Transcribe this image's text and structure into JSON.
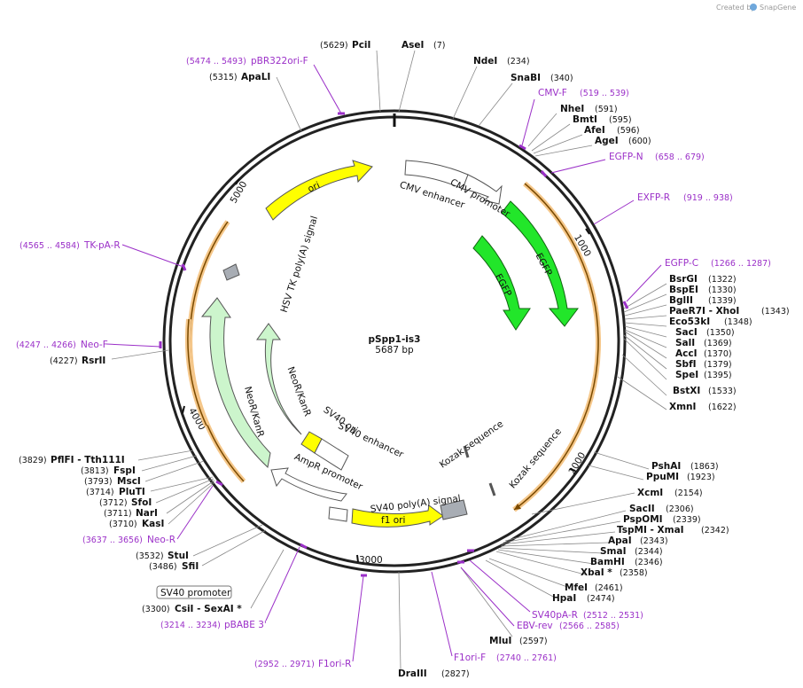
{
  "credit": {
    "created_by": "Created by",
    "brand": "SnapGene"
  },
  "plasmid": {
    "name": "pSpp1-is3",
    "size": "5687 bp"
  },
  "ticks": [
    "1000",
    "2000",
    "3000",
    "4000",
    "5000"
  ],
  "sites": [
    {
      "name": "PciI",
      "pos": "(5629)"
    },
    {
      "name": "AseI",
      "pos": "(7)"
    },
    {
      "name": "NdeI",
      "pos": "(234)"
    },
    {
      "name": "SnaBI",
      "pos": "(340)"
    },
    {
      "name": "NheI",
      "pos": "(591)"
    },
    {
      "name": "BmtI",
      "pos": "(595)"
    },
    {
      "name": "AfeI",
      "pos": "(596)"
    },
    {
      "name": "AgeI",
      "pos": "(600)"
    },
    {
      "name": "BsrGI",
      "pos": "(1322)"
    },
    {
      "name": "BspEI",
      "pos": "(1330)"
    },
    {
      "name": "BglII",
      "pos": "(1339)"
    },
    {
      "name": "PaeR7I - XhoI",
      "pos": "(1343)"
    },
    {
      "name": "Eco53kI",
      "pos": "(1348)"
    },
    {
      "name": "SacI",
      "pos": "(1350)"
    },
    {
      "name": "SalI",
      "pos": "(1369)"
    },
    {
      "name": "AccI",
      "pos": "(1370)"
    },
    {
      "name": "SbfI",
      "pos": "(1379)"
    },
    {
      "name": "SpeI",
      "pos": "(1395)"
    },
    {
      "name": "BstXI",
      "pos": "(1533)"
    },
    {
      "name": "XmnI",
      "pos": "(1622)"
    },
    {
      "name": "PshAI",
      "pos": "(1863)"
    },
    {
      "name": "PpuMI",
      "pos": "(1923)"
    },
    {
      "name": "XcmI",
      "pos": "(2154)"
    },
    {
      "name": "SacII",
      "pos": "(2306)"
    },
    {
      "name": "PspOMI",
      "pos": "(2339)"
    },
    {
      "name": "TspMI - XmaI",
      "pos": "(2342)"
    },
    {
      "name": "ApaI",
      "pos": "(2343)"
    },
    {
      "name": "SmaI",
      "pos": "(2344)"
    },
    {
      "name": "BamHI",
      "pos": "(2346)"
    },
    {
      "name": "XbaI *",
      "pos": "(2358)"
    },
    {
      "name": "MfeI",
      "pos": "(2461)"
    },
    {
      "name": "HpaI",
      "pos": "(2474)"
    },
    {
      "name": "MluI",
      "pos": "(2597)"
    },
    {
      "name": "DraIII",
      "pos": "(2827)"
    },
    {
      "name": "CsiI - SexAI *",
      "pos": "(3300)"
    },
    {
      "name": "SfiI",
      "pos": "(3486)"
    },
    {
      "name": "StuI",
      "pos": "(3532)"
    },
    {
      "name": "KasI",
      "pos": "(3710)"
    },
    {
      "name": "NarI",
      "pos": "(3711)"
    },
    {
      "name": "SfoI",
      "pos": "(3712)"
    },
    {
      "name": "PluTI",
      "pos": "(3714)"
    },
    {
      "name": "MscI",
      "pos": "(3793)"
    },
    {
      "name": "FspI",
      "pos": "(3813)"
    },
    {
      "name": "PflFI - Tth111I",
      "pos": "(3829)"
    },
    {
      "name": "RsrII",
      "pos": "(4227)"
    },
    {
      "name": "ApaLI",
      "pos": "(5315)"
    }
  ],
  "primers": [
    {
      "name": "CMV-F",
      "range": "(519 .. 539)"
    },
    {
      "name": "EGFP-N",
      "range": "(658 .. 679)"
    },
    {
      "name": "EXFP-R",
      "range": "(919 .. 938)"
    },
    {
      "name": "EGFP-C",
      "range": "(1266 .. 1287)"
    },
    {
      "name": "SV40pA-R",
      "range": "(2512 .. 2531)"
    },
    {
      "name": "EBV-rev",
      "range": "(2566 .. 2585)"
    },
    {
      "name": "F1ori-F",
      "range": "(2740 .. 2761)"
    },
    {
      "name": "F1ori-R",
      "range": "(2952 .. 2971)"
    },
    {
      "name": "pBABE 3'",
      "range": "(3214 .. 3234)"
    },
    {
      "name": "Neo-R",
      "range": "(3637 .. 3656)"
    },
    {
      "name": "Neo-F",
      "range": "(4247 .. 4266)"
    },
    {
      "name": "TK-pA-R",
      "range": "(4565 .. 4584)"
    },
    {
      "name": "pBR322ori-F",
      "range": "(5474 .. 5493)"
    }
  ],
  "features": {
    "cmv_enhancer": "CMV enhancer",
    "cmv_promoter": "CMV promoter",
    "egfp_outer": "EGFP",
    "egfp_inner": "EGFP",
    "kozak1": "Kozak sequence",
    "kozak2": "Kozak sequence",
    "sv40_polya": "SV40 poly(A) signal",
    "f1_ori": "f1 ori",
    "ampr_promoter": "AmpR promoter",
    "sv40_ori": "SV40 ori",
    "sv40_enhancer": "SV40 enhancer",
    "neor_inner": "NeoR/KanR",
    "neor_outer": "NeoR/KanR",
    "hsv_tk": "HSV TK poly(A) signal",
    "ori": "ori",
    "sv40_promoter_box": "SV40 promoter"
  },
  "colors": {
    "primer": "#9b30c8",
    "egfp": "#22e62a",
    "ori": "#ffff00",
    "neo": "#ccf5cc",
    "orf": "#f0a030",
    "backbone": "#222222"
  }
}
